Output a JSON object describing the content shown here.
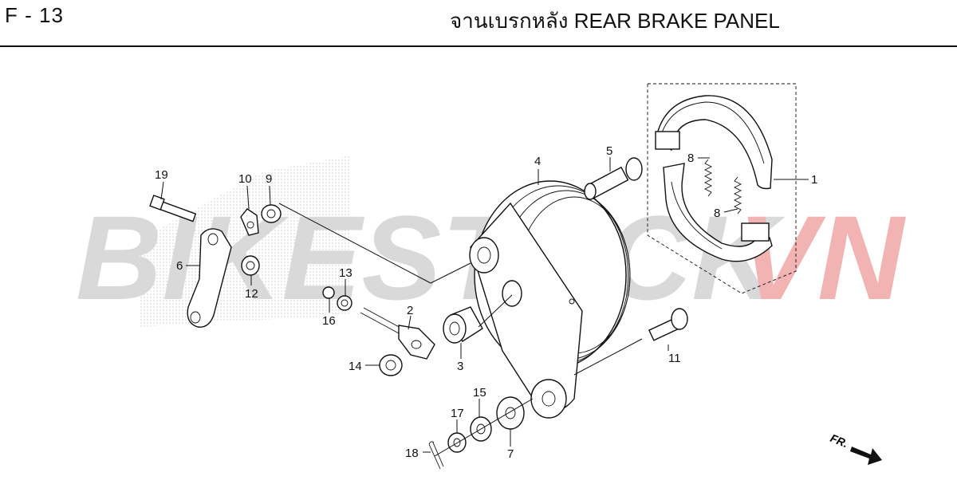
{
  "header": {
    "page_code": "F - 13",
    "title": "จานเบรกหลัง  REAR BRAKE PANEL"
  },
  "watermark": {
    "gray_text": "BIKESTOCK",
    "red_text": "VN",
    "gray_color": "#d9d9d9",
    "red_color": "#f2b3b3"
  },
  "callouts": [
    "1",
    "2",
    "3",
    "4",
    "5",
    "6",
    "7",
    "8",
    "8",
    "9",
    "10",
    "11",
    "12",
    "13",
    "14",
    "15",
    "16",
    "17",
    "18",
    "19"
  ],
  "direction_marker": "FR."
}
